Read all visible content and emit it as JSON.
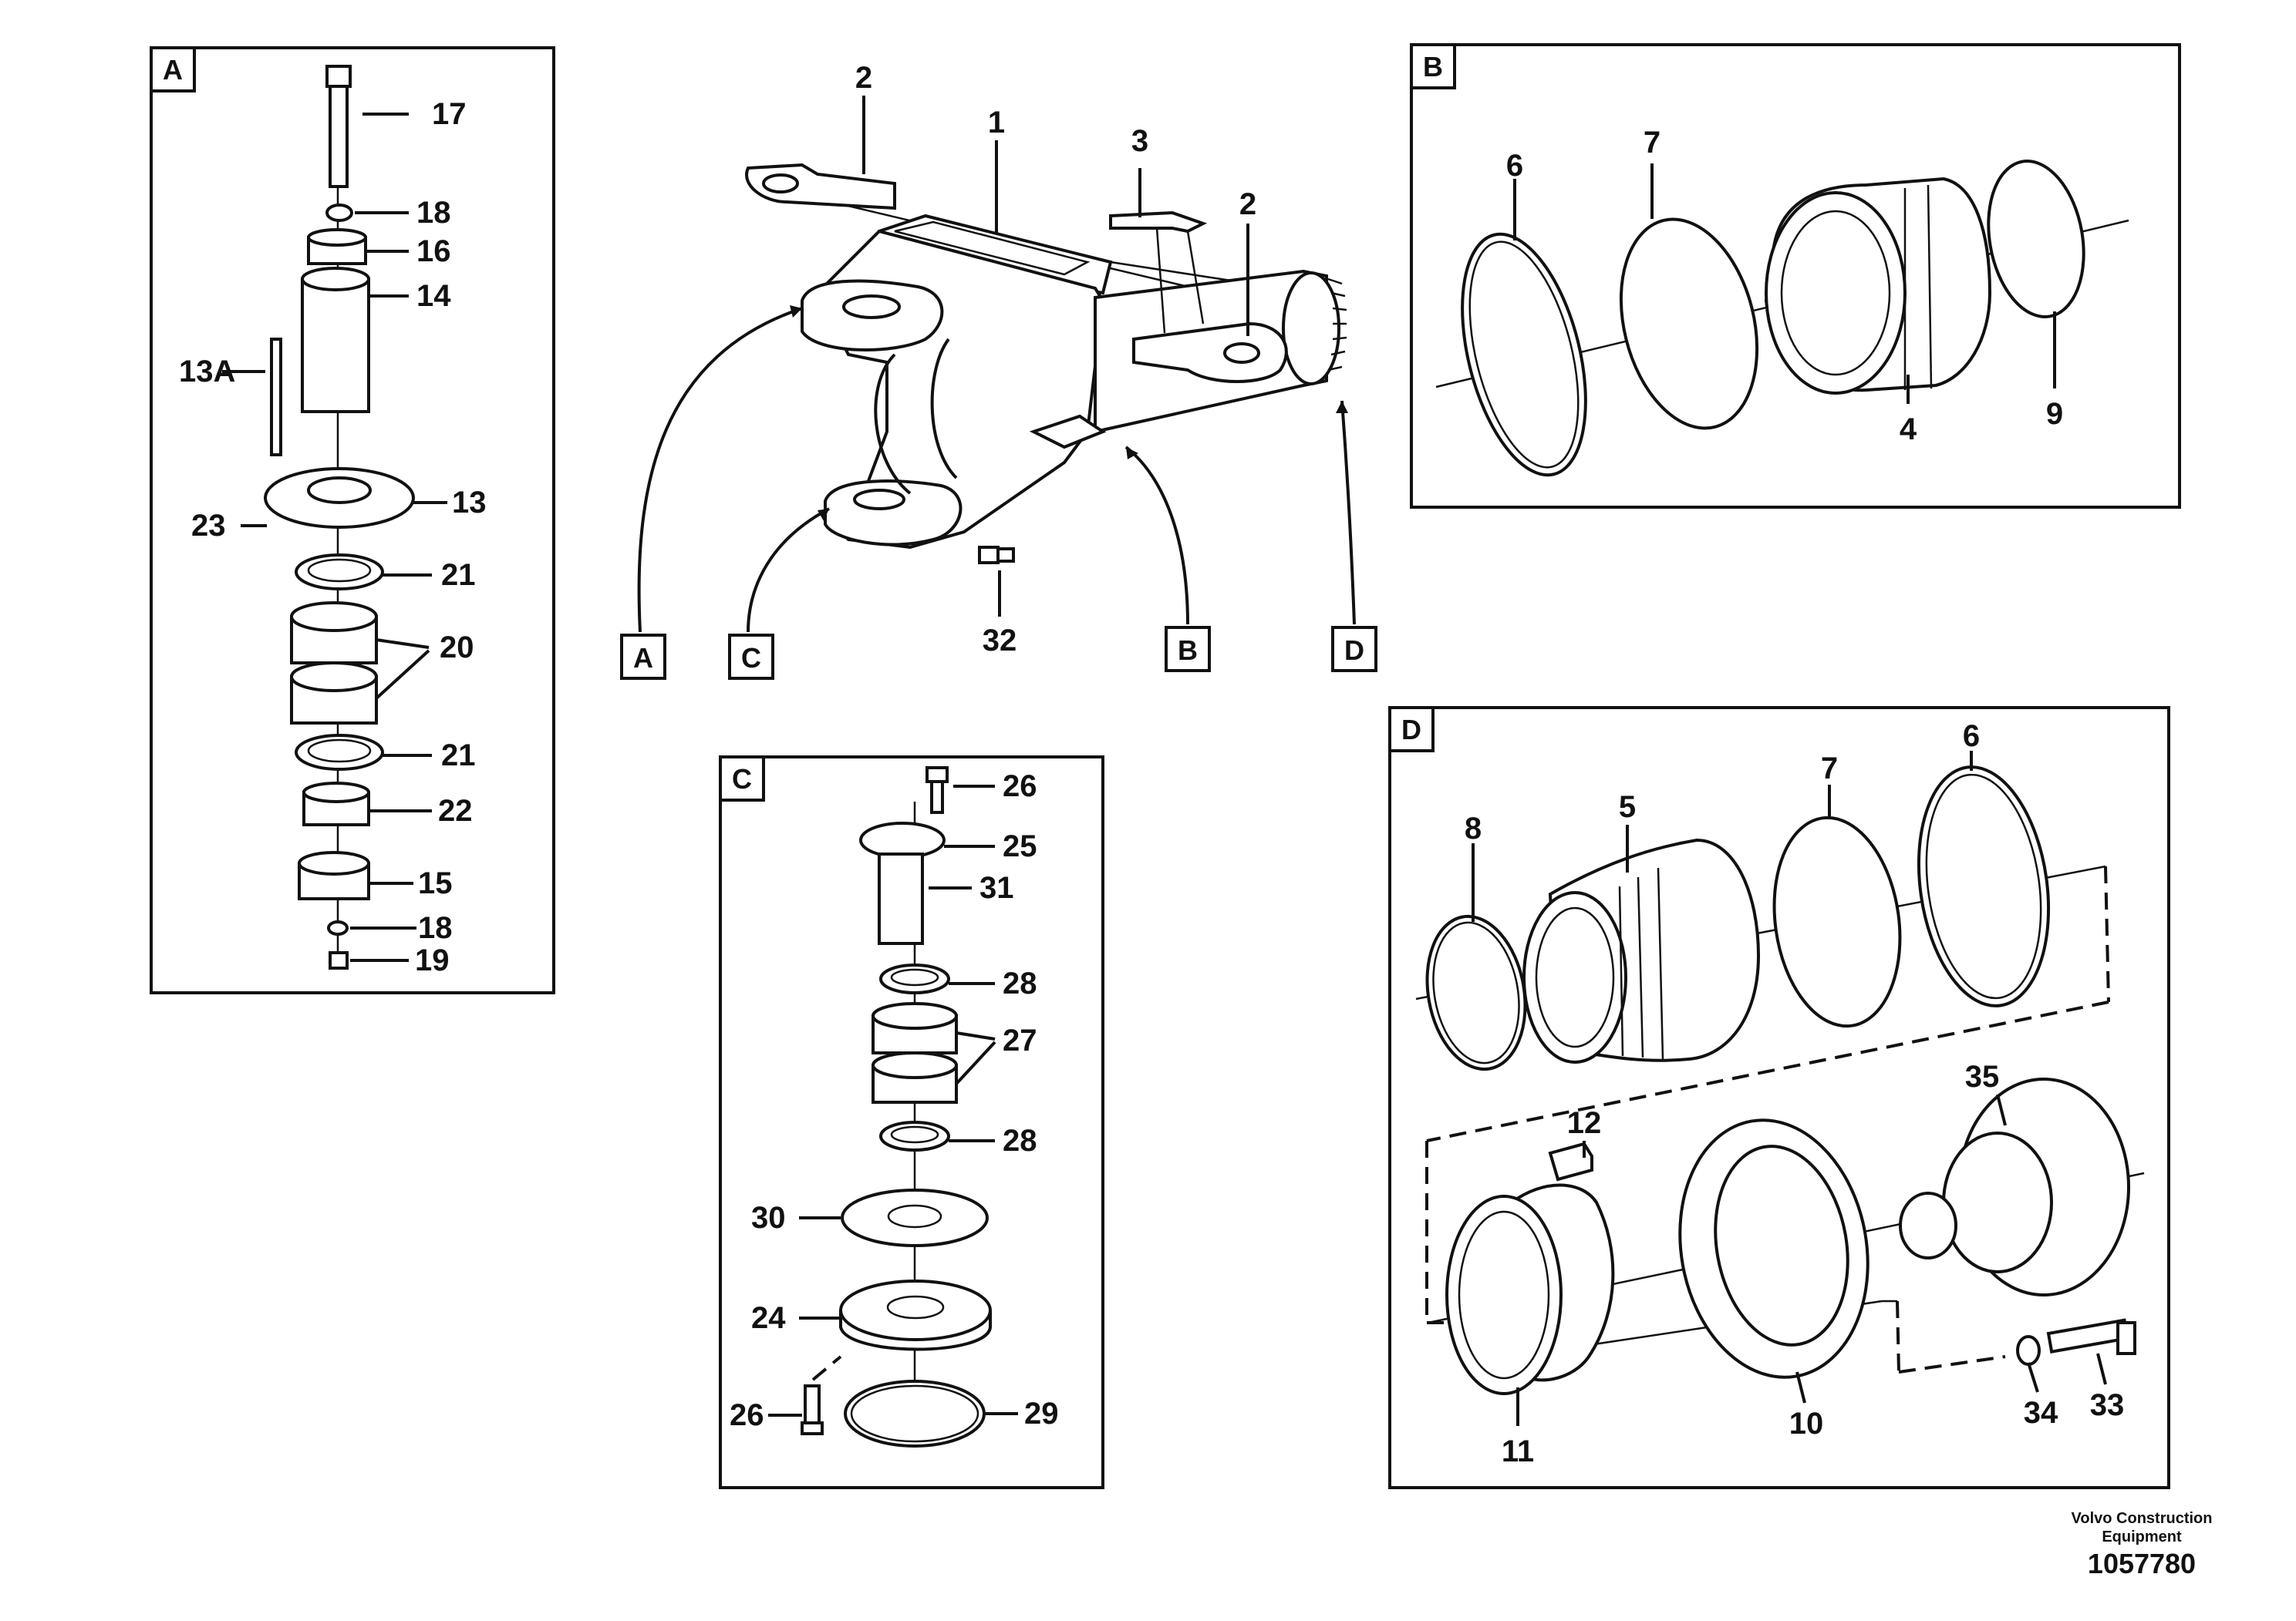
{
  "frames": {
    "A": "A",
    "B": "B",
    "C": "C",
    "D": "D"
  },
  "main_callouts": {
    "A": "A",
    "B": "B",
    "C": "C",
    "D": "D"
  },
  "labels": {
    "main": [
      "1",
      "2",
      "2",
      "3",
      "32"
    ],
    "A": [
      "17",
      "18",
      "16",
      "14",
      "13A",
      "13",
      "23",
      "21",
      "20",
      "21",
      "22",
      "15",
      "18",
      "19"
    ],
    "B": [
      "6",
      "7",
      "4",
      "9"
    ],
    "C": [
      "26",
      "25",
      "31",
      "28",
      "27",
      "28",
      "30",
      "24",
      "26",
      "29"
    ],
    "D": [
      "8",
      "5",
      "7",
      "6",
      "12",
      "35",
      "11",
      "10",
      "34",
      "33"
    ]
  },
  "footer": {
    "company_line1": "Volvo Construction",
    "company_line2": "Equipment",
    "drawing_number": "1057780"
  }
}
